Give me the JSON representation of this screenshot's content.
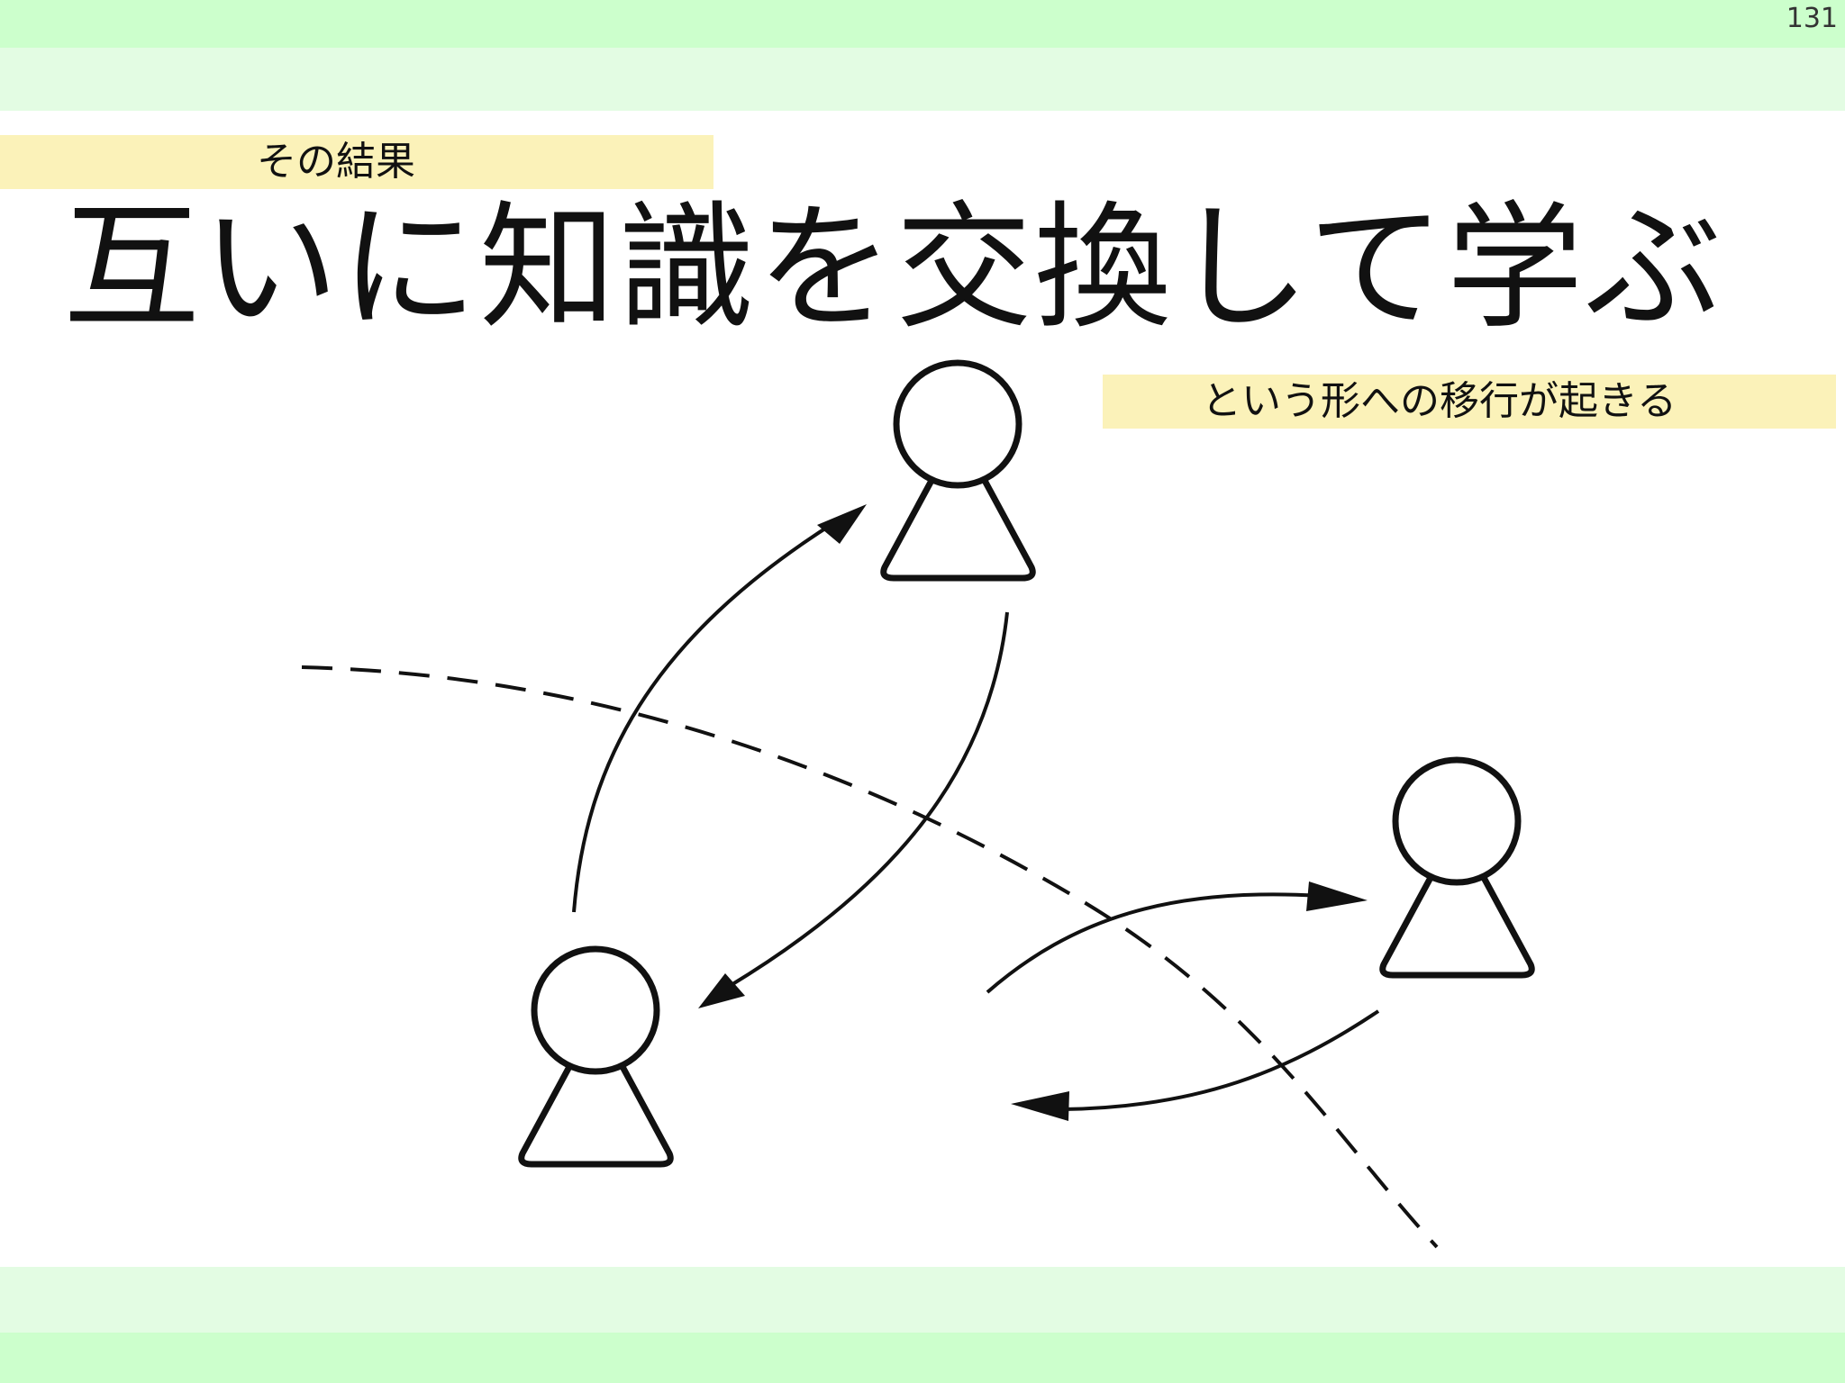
{
  "slide": {
    "page_number": "131",
    "note_top": "その結果",
    "title": "互いに知識を交換して学ぶ",
    "note_right": "という形への移行が起きる"
  },
  "diagram": {
    "figures": [
      "person-icon",
      "person-icon",
      "person-icon"
    ],
    "arrows": [
      "double-curved-arrow-left-pair",
      "double-curved-arrow-right-pair"
    ],
    "divider": "dashed-curve"
  }
}
